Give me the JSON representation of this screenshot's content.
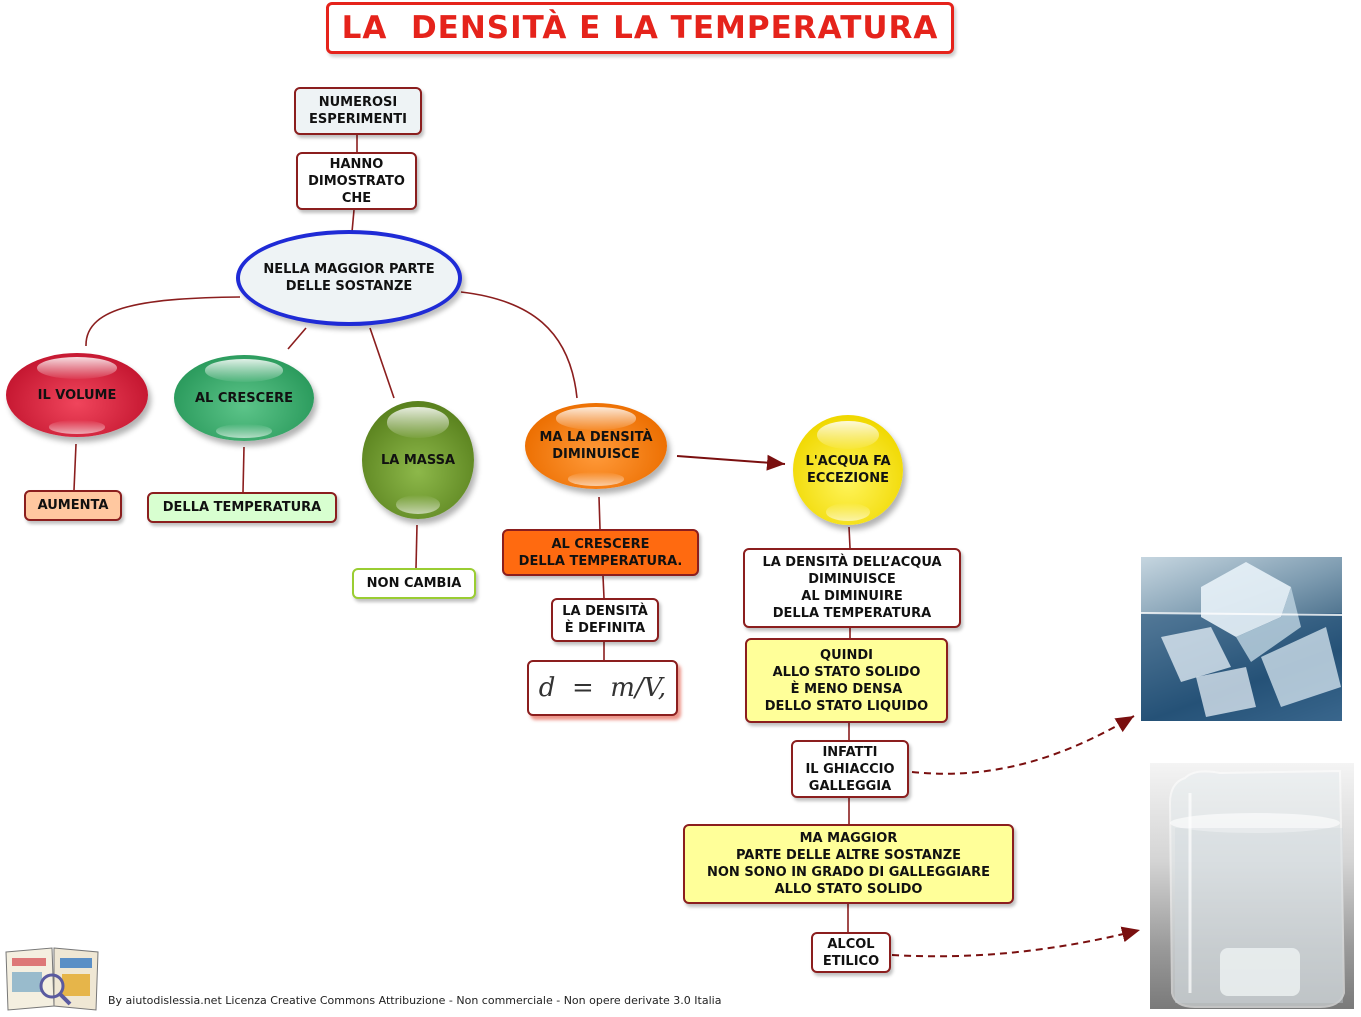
{
  "title": "LA  DENSITÀ E LA TEMPERATURA",
  "nodes": {
    "numerosi": "NUMEROSI\nESPERIMENTI",
    "hanno": "HANNO\nDIMOSTRATO\nCHE",
    "nella": "NELLA MAGGIOR PARTE\nDELLE SOSTANZE",
    "volume": "IL VOLUME",
    "aumenta": "AUMENTA",
    "al_crescere": "AL CRESCERE",
    "della_temp": "DELLA TEMPERATURA",
    "massa": "LA MASSA",
    "non_cambia": "NON CAMBIA",
    "densita_dim": "MA  LA DENSITÀ\nDIMINUISCE",
    "al_crescere_temp": "AL CRESCERE\nDELLA TEMPERATURA.",
    "densita_definita": "LA DENSITÀ\nÈ DEFINITA",
    "formula": "d  =  m/V,",
    "acqua": "L'ACQUA FA\nECCEZIONE",
    "densita_acqua": "LA DENSITÀ DELL’ACQUA\nDIMINUISCE\nAL DIMINUIRE\nDELLA TEMPERATURA",
    "quindi": "QUINDI\nALLO STATO SOLIDO\nÈ MENO DENSA\nDELLO STATO LIQUIDO",
    "infatti": "INFATTI\nIL GHIACCIO\nGALLEGGIA",
    "ma_maggior": "MA MAGGIOR\nPARTE DELLE ALTRE SOSTANZE\nNON SONO IN GRADO DI GALLEGGIARE\nALLO STATO SOLIDO",
    "alcol": "ALCOL\nETILICO"
  },
  "images": {
    "ice": "ice-cubes-in-water-photo",
    "beaker": "beaker-with-solid-alcohol-photo",
    "logo": "aiutodislessia-book-logo"
  },
  "credit": "By aiutodislessia.net Licenza Creative Commons Attribuzione - Non commerciale - Non opere derivate 3.0 Italia",
  "colors": {
    "title": "#e5231b",
    "connector": "#8b1e1e",
    "ellipse_border": "#1f2bd6",
    "red_bubble": "#d8223a",
    "green_bubble": "#3ba86a",
    "olive_bubble": "#6e9a2a",
    "orange_bubble": "#f07d10",
    "yellow_bubble": "#f7e21a",
    "yellow_box": "#ffff99",
    "orange_box": "#ff6a10"
  }
}
